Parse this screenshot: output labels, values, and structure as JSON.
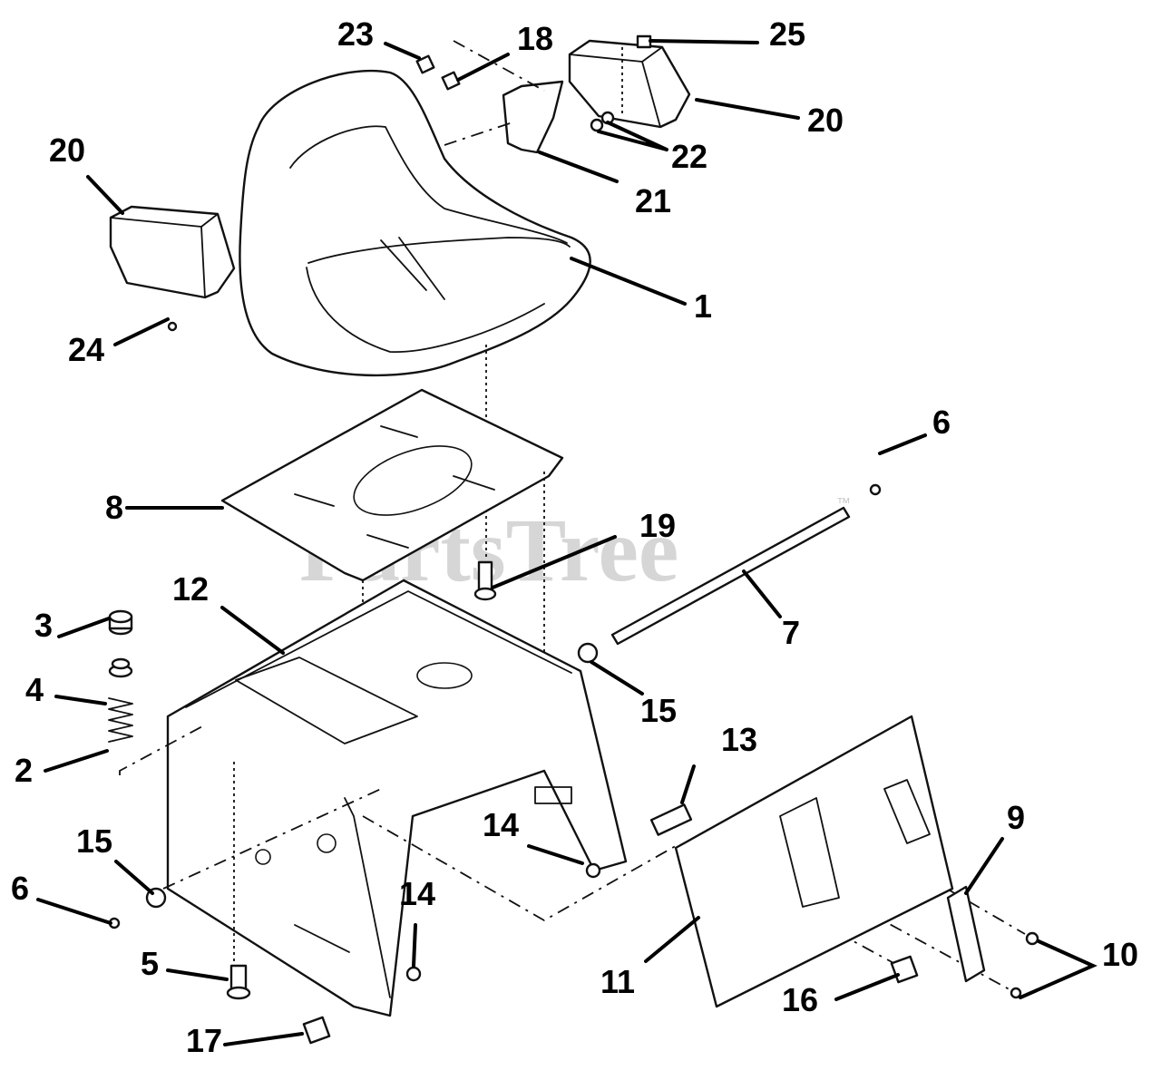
{
  "watermark": {
    "text": "PartsTree",
    "mark": "™"
  },
  "callouts": [
    {
      "id": "c1",
      "label": "1"
    },
    {
      "id": "c2",
      "label": "2"
    },
    {
      "id": "c3",
      "label": "3"
    },
    {
      "id": "c4",
      "label": "4"
    },
    {
      "id": "c5",
      "label": "5"
    },
    {
      "id": "c6a",
      "label": "6"
    },
    {
      "id": "c6b",
      "label": "6"
    },
    {
      "id": "c7",
      "label": "7"
    },
    {
      "id": "c8",
      "label": "8"
    },
    {
      "id": "c9",
      "label": "9"
    },
    {
      "id": "c10",
      "label": "10"
    },
    {
      "id": "c11",
      "label": "11"
    },
    {
      "id": "c12",
      "label": "12"
    },
    {
      "id": "c13",
      "label": "13"
    },
    {
      "id": "c14a",
      "label": "14"
    },
    {
      "id": "c14b",
      "label": "14"
    },
    {
      "id": "c15a",
      "label": "15"
    },
    {
      "id": "c15b",
      "label": "15"
    },
    {
      "id": "c16",
      "label": "16"
    },
    {
      "id": "c17",
      "label": "17"
    },
    {
      "id": "c18",
      "label": "18"
    },
    {
      "id": "c19",
      "label": "19"
    },
    {
      "id": "c20a",
      "label": "20"
    },
    {
      "id": "c20b",
      "label": "20"
    },
    {
      "id": "c21",
      "label": "21"
    },
    {
      "id": "c22",
      "label": "22"
    },
    {
      "id": "c23",
      "label": "23"
    },
    {
      "id": "c24",
      "label": "24"
    },
    {
      "id": "c25",
      "label": "25"
    }
  ]
}
